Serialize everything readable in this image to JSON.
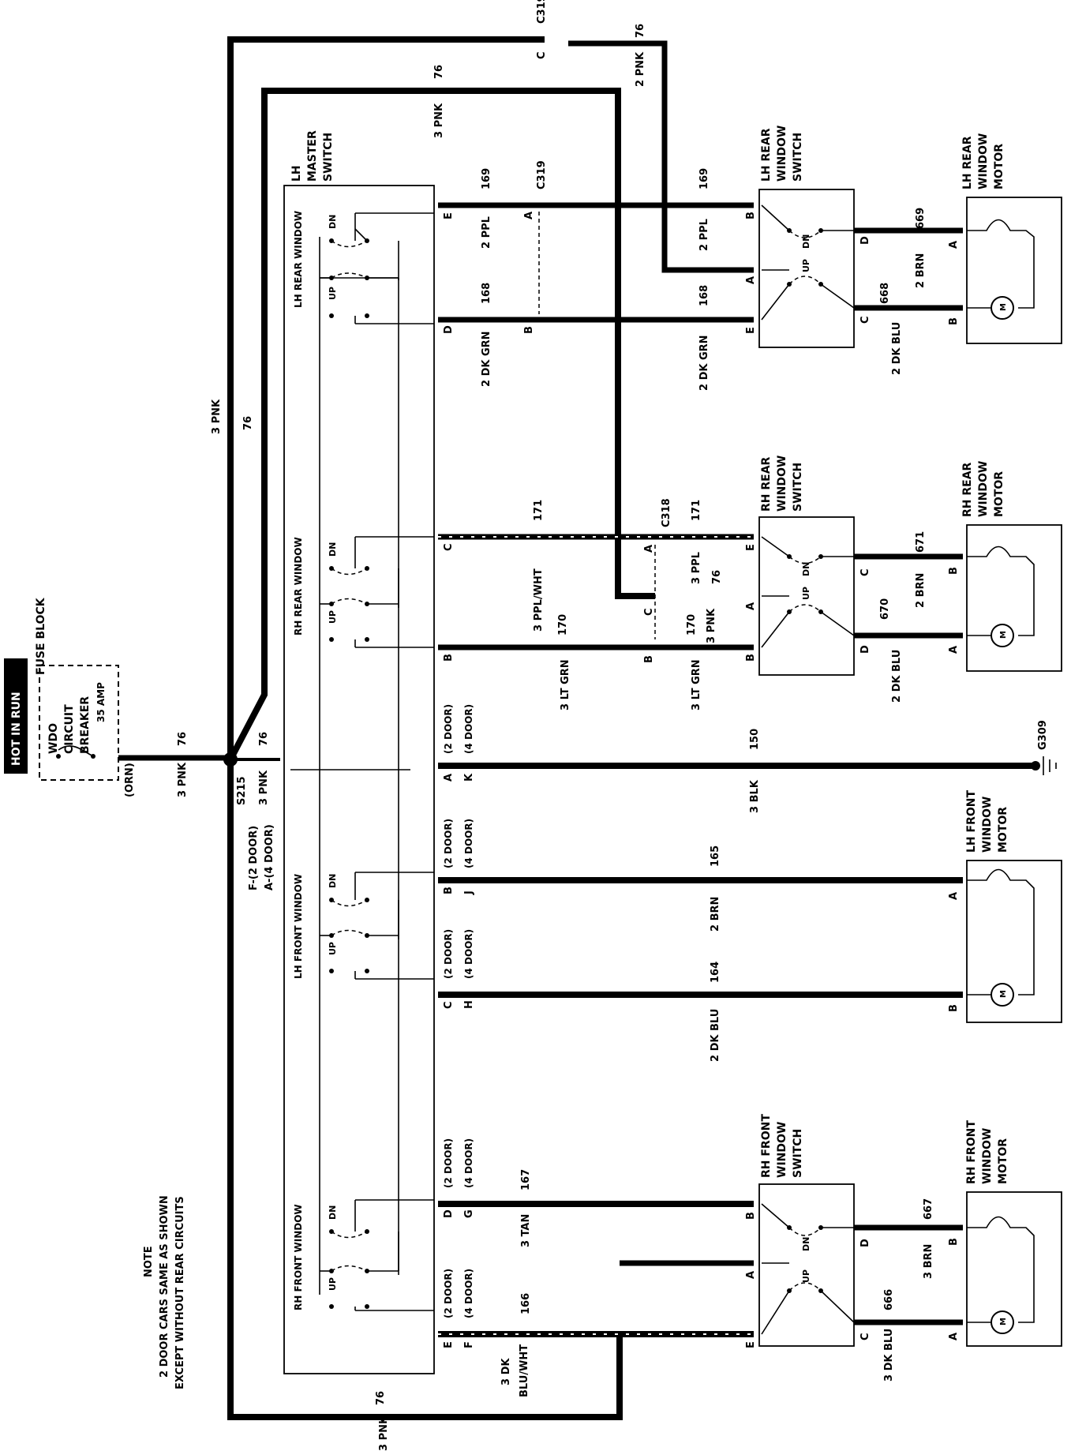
{
  "header": {
    "hot_in_run": "HOT IN RUN"
  },
  "fuse": {
    "title": "FUSE BLOCK",
    "breaker_line1": "WDO",
    "breaker_line2": "CIRCUIT",
    "breaker_line3": "BREAKER",
    "amp": "35 AMP",
    "wire_color": "(ORN)"
  },
  "note": {
    "title": "NOTE",
    "line1": "2 DOOR CARS SAME AS SHOWN",
    "line2": "EXCEPT WITHOUT REAR CIRCUITS"
  },
  "master_switch": {
    "title_l1": "LH",
    "title_l2": "MASTER",
    "title_l3": "SWITCH",
    "sections": [
      "LH REAR WINDOW",
      "RH REAR WINDOW",
      "LH FRONT WINDOW",
      "RH FRONT WINDOW"
    ],
    "up": "UP",
    "dn": "DN"
  },
  "splice": {
    "name": "S215",
    "feed_note_l1": "F-(2 DOOR)",
    "feed_note_l2": "A-(4 DOOR)"
  },
  "connectors": {
    "c319": "C319",
    "c318": "C318",
    "ground": "G309"
  },
  "components": {
    "lh_rear_switch": [
      "LH REAR",
      "WINDOW",
      "SWITCH"
    ],
    "lh_rear_motor": [
      "LH REAR",
      "WINDOW",
      "MOTOR"
    ],
    "rh_rear_switch": [
      "RH REAR",
      "WINDOW",
      "SWITCH"
    ],
    "rh_rear_motor": [
      "RH REAR",
      "WINDOW",
      "MOTOR"
    ],
    "lh_front_motor": [
      "LH FRONT",
      "WINDOW",
      "MOTOR"
    ],
    "rh_front_switch": [
      "RH FRONT",
      "WINDOW",
      "SWITCH"
    ],
    "rh_front_motor": [
      "RH FRONT",
      "WINDOW",
      "MOTOR"
    ]
  },
  "wire_labels": {
    "pnk3": "3 PNK",
    "pnk2": "2 PNK",
    "c76": "76",
    "ppl2": "2 PPL",
    "c169": "169",
    "dkgrn2": "2 DK GRN",
    "c168": "168",
    "brn2": "2 BRN",
    "c669": "669",
    "dkblu2": "2 DK BLU",
    "c668": "668",
    "pplwht3": "3 PPL/WHT",
    "c171": "171",
    "ppl3": "3 PPL",
    "ltgrn3": "3 LT GRN",
    "c170": "170",
    "c671": "671",
    "c670": "670",
    "blk3": "3 BLK",
    "c150": "150",
    "c165": "165",
    "c164": "164",
    "tan3": "3 TAN",
    "c167": "167",
    "dkbluwht3_l1": "3 DK",
    "dkbluwht3_l2": "BLU/WHT",
    "c166": "166",
    "brn3": "3 BRN",
    "c667": "667",
    "dkblu3": "3 DK BLU",
    "c666": "666"
  },
  "door_notes": {
    "two": "(2 DOOR)",
    "four": "(4 DOOR)"
  },
  "pins": {
    "A": "A",
    "B": "B",
    "C": "C",
    "D": "D",
    "E": "E",
    "F": "F",
    "G": "G",
    "H": "H",
    "J": "J",
    "K": "K"
  },
  "motor_symbol": "M"
}
